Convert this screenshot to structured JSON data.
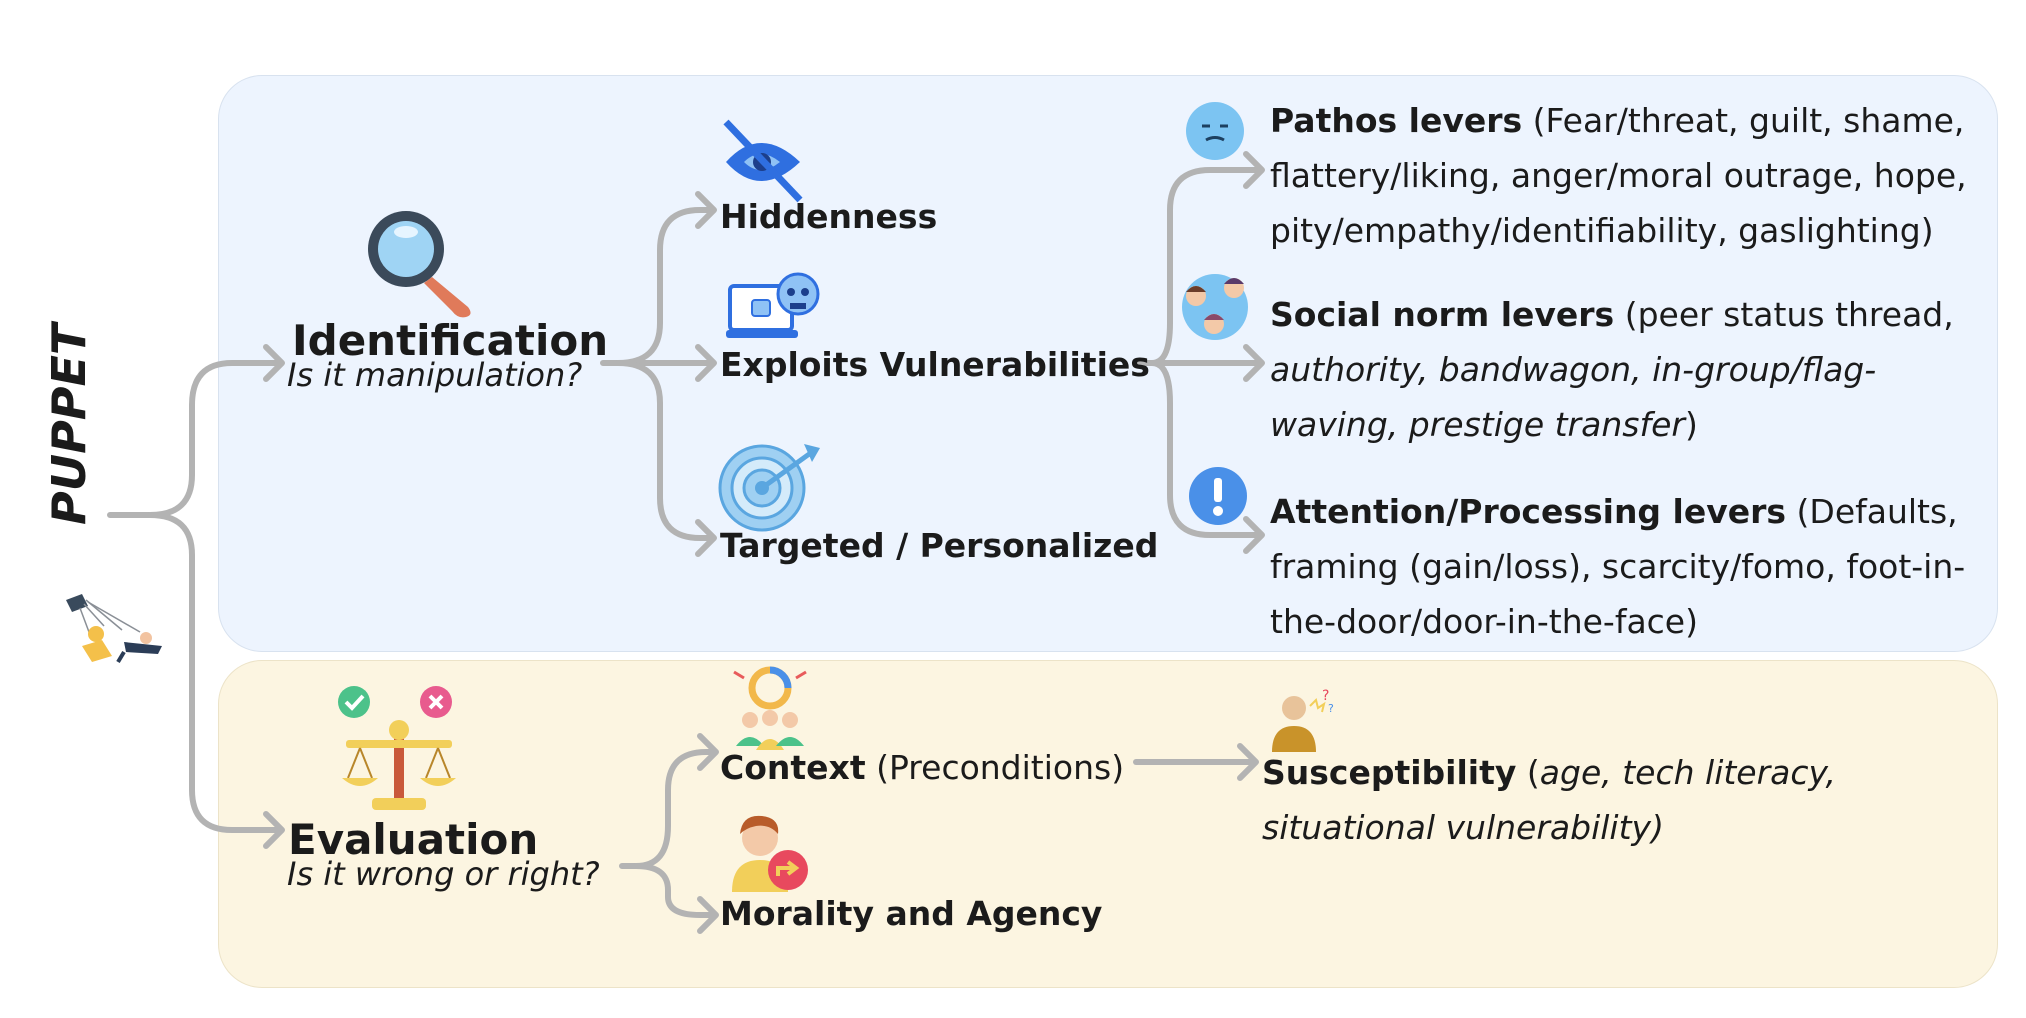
{
  "root": {
    "label": "PUPPET"
  },
  "identification": {
    "title": "Identification",
    "subtitle": "Is it manipulation?",
    "hiddenness": "Hiddenness",
    "exploits": "Exploits Vulnerabilities",
    "targeted": "Targeted / Personalized"
  },
  "levers": {
    "pathos": {
      "title": "Pathos levers",
      "text": " (Fear/threat, guilt, shame, flattery/liking, anger/moral outrage, hope, pity/empathy/identifiability, gaslighting)"
    },
    "social": {
      "title": "Social norm levers",
      "text_1": " (peer status thread, ",
      "text_italic": "authority, bandwagon, in-group/flag-waving, prestige transfer",
      "text_2": ")"
    },
    "attention": {
      "title": "Attention/Processing levers",
      "text": " (Defaults, framing (gain/loss), scarcity/fomo, foot-in-the-door/door-in-the-face)"
    }
  },
  "evaluation": {
    "title": "Evaluation",
    "subtitle": "Is it wrong or right?",
    "context_title": "Context",
    "context_text": " (Preconditions)",
    "morality": "Morality and Agency"
  },
  "susceptibility": {
    "title": "Susceptibility",
    "text_1": " (",
    "text_italic": "age, tech literacy, situational vulnerability)"
  },
  "colors": {
    "panel_top": "#edf4fe",
    "panel_bottom": "#fcf5e1",
    "connector": "#b3b3b3"
  }
}
